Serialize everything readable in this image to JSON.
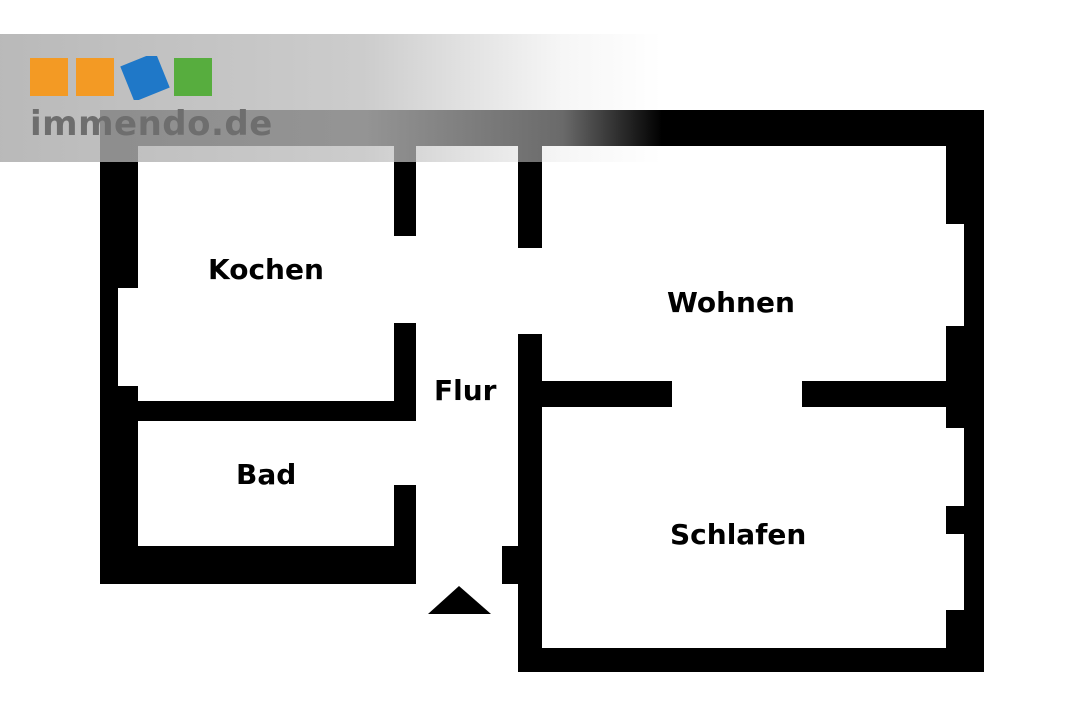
{
  "rooms": {
    "kitchen": "Kochen",
    "living": "Wohnen",
    "hall": "Flur",
    "bath": "Bad",
    "bedroom": "Schlafen"
  },
  "watermark": {
    "text": "immendo.de",
    "colors": [
      "#f39a24",
      "#f39a24",
      "#1f78c8",
      "#57ad3e"
    ]
  },
  "colors": {
    "wall": "#000000",
    "background": "#ffffff"
  },
  "icons": {
    "entrance": "entrance-arrow-icon"
  }
}
